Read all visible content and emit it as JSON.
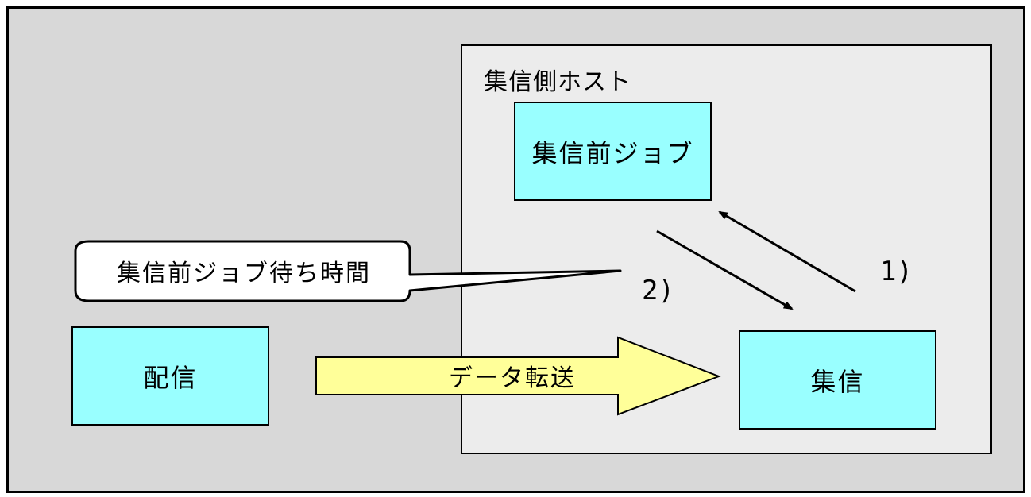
{
  "host": {
    "label": "集信側ホスト"
  },
  "boxes": {
    "pre_job": "集信前ジョブ",
    "send": "配信",
    "receive": "集信"
  },
  "callout": {
    "text": "集信前ジョブ待ち時間"
  },
  "transfer_arrow": {
    "label": "データ転送"
  },
  "steps": {
    "step1": "1)",
    "step2": "2)"
  },
  "colors": {
    "box_fill": "#99ffff",
    "arrow_fill": "#ffff99",
    "outer_bg": "#d8d8d8",
    "host_bg": "#ececec",
    "callout_fill": "#ffffff"
  }
}
